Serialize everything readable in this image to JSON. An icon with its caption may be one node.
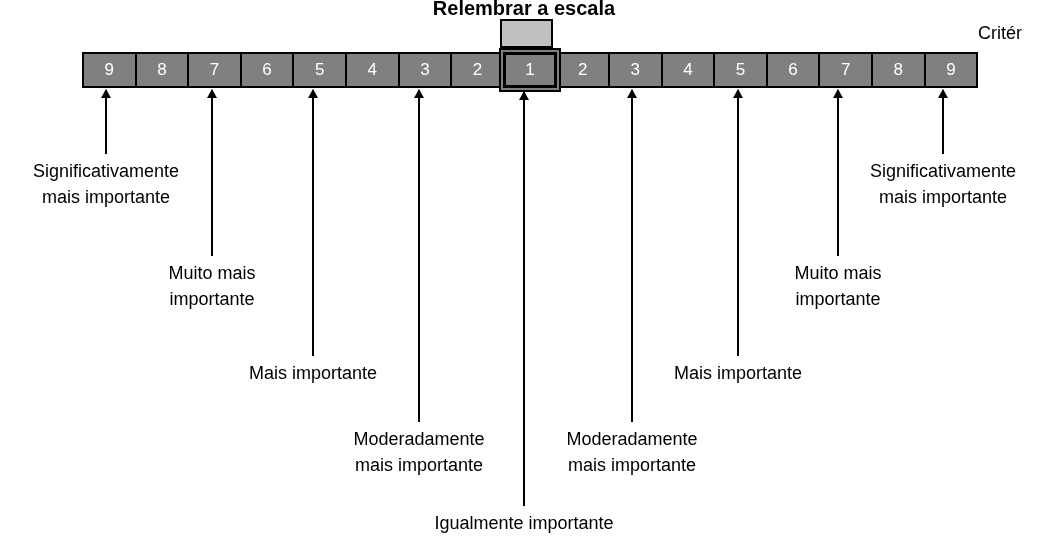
{
  "diagram": {
    "title": "Relembrar a escala",
    "nodes": [
      {
        "text": [
          "9"
        ]
      },
      {
        "text": [
          "8"
        ]
      },
      {
        "text": [
          "7"
        ]
      },
      {
        "text": [
          "6"
        ]
      },
      {
        "text": [
          "5"
        ]
      },
      {
        "text": [
          "4"
        ]
      },
      {
        "text": [
          "3"
        ]
      },
      {
        "text": [
          "2"
        ]
      },
      {
        "text": [
          "1"
        ]
      },
      {
        "text": [
          "2"
        ]
      },
      {
        "text": [
          "3"
        ]
      },
      {
        "text": [
          "4"
        ]
      },
      {
        "text": [
          "5"
        ]
      },
      {
        "text": [
          "6"
        ]
      },
      {
        "text": [
          "7"
        ]
      },
      {
        "text": [
          "8"
        ]
      },
      {
        "text": [
          "9"
        ]
      },
      {
        "text": [],
        "shape": "box"
      },
      {
        "text": [
          "Significativamente mais importante"
        ]
      },
      {
        "text": [
          "Muito mais importante"
        ]
      },
      {
        "text": [
          "Mais importante"
        ]
      },
      {
        "text": [
          "Moderadamente mais importante"
        ]
      },
      {
        "text": [
          "Igualmente importante"
        ]
      },
      {
        "text": [
          "Moderadamente mais importante"
        ]
      },
      {
        "text": [
          "Mais importante"
        ]
      },
      {
        "text": [
          "Muito mais importante"
        ]
      },
      {
        "text": [
          "Significativamente mais importante"
        ]
      }
    ],
    "edges": [
      {
        "from": 18,
        "to": 0,
        "arrow": "to"
      },
      {
        "from": 19,
        "to": 2,
        "arrow": "to"
      },
      {
        "from": 20,
        "to": 4,
        "arrow": "to"
      },
      {
        "from": 21,
        "to": 6,
        "arrow": "to"
      },
      {
        "from": 22,
        "to": 8,
        "arrow": "to"
      },
      {
        "from": 23,
        "to": 10,
        "arrow": "to"
      },
      {
        "from": 24,
        "to": 12,
        "arrow": "to"
      },
      {
        "from": 25,
        "to": 14,
        "arrow": "to"
      },
      {
        "from": 26,
        "to": 16,
        "arrow": "to"
      }
    ],
    "labels": [
      "Critér"
    ]
  }
}
